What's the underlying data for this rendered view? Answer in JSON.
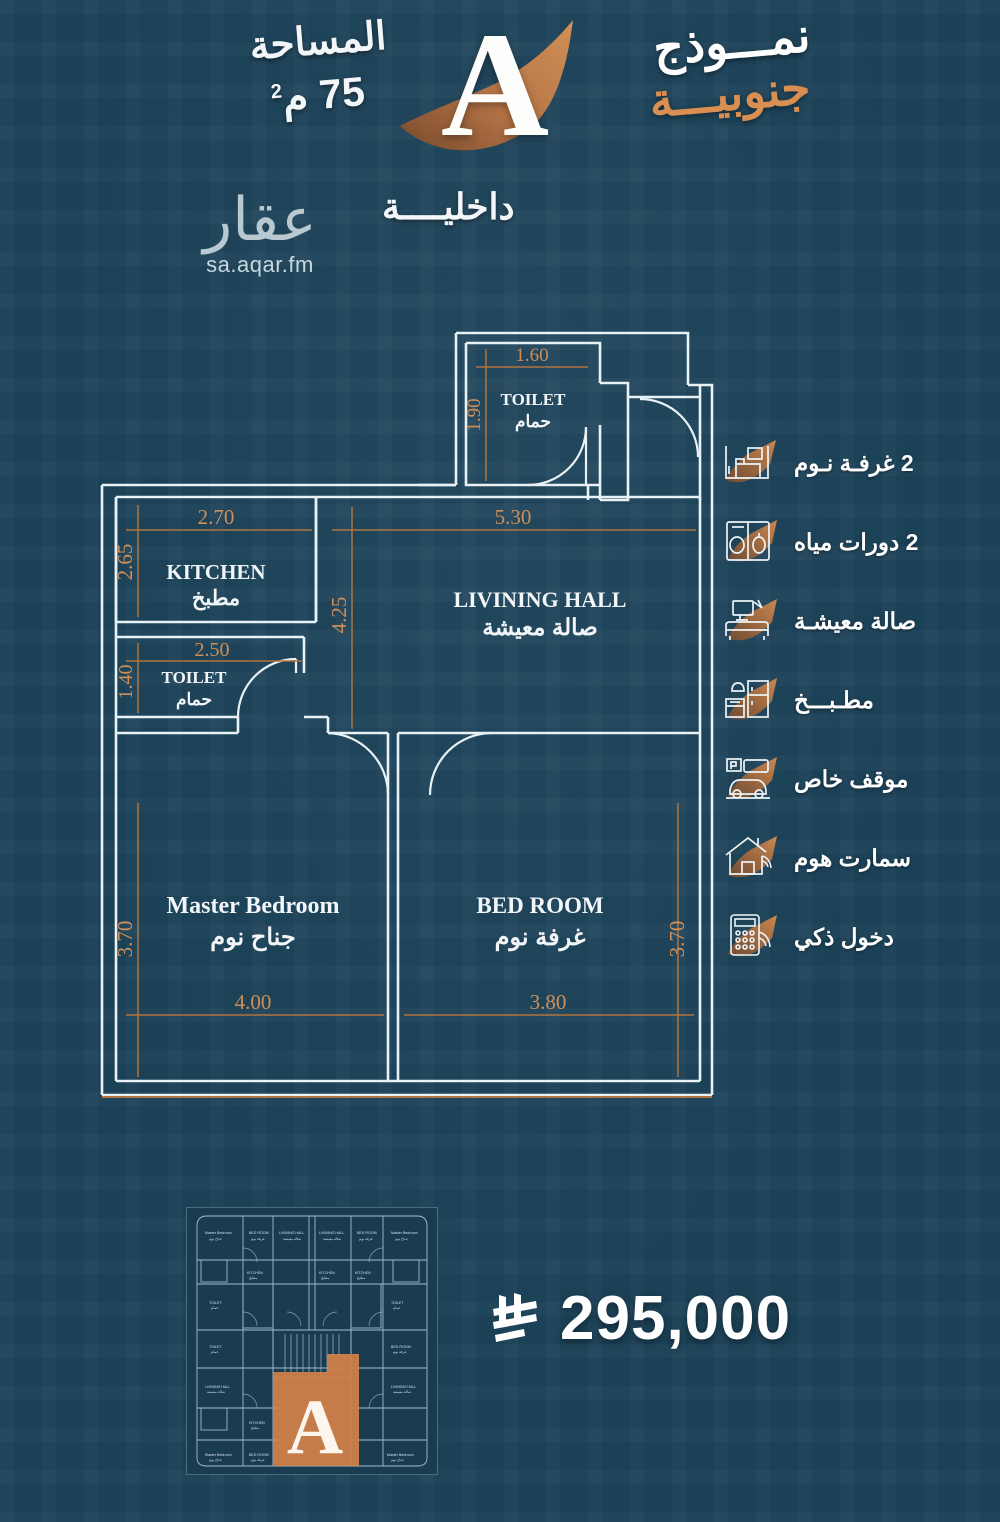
{
  "header": {
    "area_label": "المساحة",
    "area_value": "75 م",
    "area_unit_sup": "2",
    "model_badge_letter": "A",
    "model_line1": "نمـــوذج",
    "model_line2": "جنوبيـــة",
    "model_line3": "داخليــــة",
    "brand_name": "عقار",
    "brand_url": "sa.aqar.fm",
    "accent_color": "#d98f52"
  },
  "floor_plan": {
    "rooms": [
      {
        "id": "toilet-top",
        "name_en": "TOILET",
        "name_ar": "حمام",
        "width": "1.60",
        "height": "1.90"
      },
      {
        "id": "kitchen",
        "name_en": "KITCHEN",
        "name_ar": "مطبخ",
        "width": "2.70",
        "height": "2.65"
      },
      {
        "id": "toilet-lower",
        "name_en": "TOILET",
        "name_ar": "حمام",
        "width": "2.50",
        "height": "1.40"
      },
      {
        "id": "living-hall",
        "name_en": "LIVINING  HALL",
        "name_ar": "صالة معيشة",
        "width": "5.30",
        "height": "4.25"
      },
      {
        "id": "master-bedroom",
        "name_en": "Master Bedroom",
        "name_ar": "جناح نوم",
        "width": "4.00",
        "height": "3.70"
      },
      {
        "id": "bed-room",
        "name_en": "BED ROOM",
        "name_ar": "غرفة نوم",
        "width": "3.80",
        "height": "3.70"
      }
    ],
    "dimension_color": "#d08f56",
    "wall_color": "#e8f1f6"
  },
  "features": [
    {
      "label": "2 غرفـة نـوم",
      "icon": "bedroom-icon"
    },
    {
      "label": "2 دورات مياه",
      "icon": "bathroom-icon"
    },
    {
      "label": "صالة معيشـة",
      "icon": "living-room-icon"
    },
    {
      "label": "مطـبـــخ",
      "icon": "kitchen-icon"
    },
    {
      "label": "موقف خاص",
      "icon": "parking-icon"
    },
    {
      "label": "سمارت هوم",
      "icon": "smart-home-icon"
    },
    {
      "label": "دخول ذكي",
      "icon": "smart-entry-icon"
    }
  ],
  "site_plan": {
    "highlight_unit": "A",
    "highlight_color": "#cf8049"
  },
  "price": {
    "currency_symbol": "riyal-symbol",
    "amount": "295,000"
  }
}
